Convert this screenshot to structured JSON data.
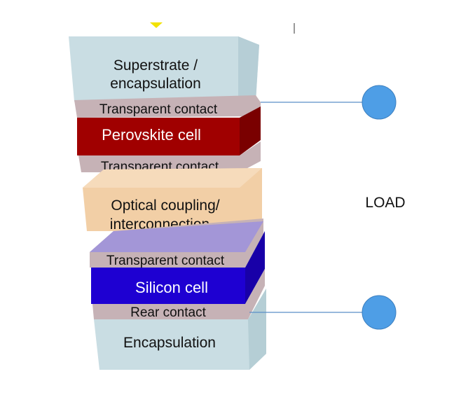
{
  "layers": {
    "superstrate": "Superstrate /",
    "superstrate_line2": "encapsulation",
    "top_contact_1": "Transparent contact",
    "perovskite": "Perovskite cell",
    "top_contact_2": "Transparent contact",
    "coupling": "Optical coupling/",
    "coupling_line2": "interconnection",
    "bottom_contact": "Transparent contact",
    "silicon": "Silicon cell",
    "rear_contact": "Rear contact",
    "encapsulation": "Encapsulation"
  },
  "load_label": "LOAD",
  "colors": {
    "glass": "#c9dde3",
    "glass_side": "#b2cbd2",
    "contact": "#c6b2b6",
    "perovskite": "#a00000",
    "coupling": "#f2cfa6",
    "silicon_top": "#9c90dd",
    "silicon": "#1e00d2",
    "wire": "#5b8fc7",
    "terminal": "#4e9ee6",
    "marker": "#f2e200"
  }
}
